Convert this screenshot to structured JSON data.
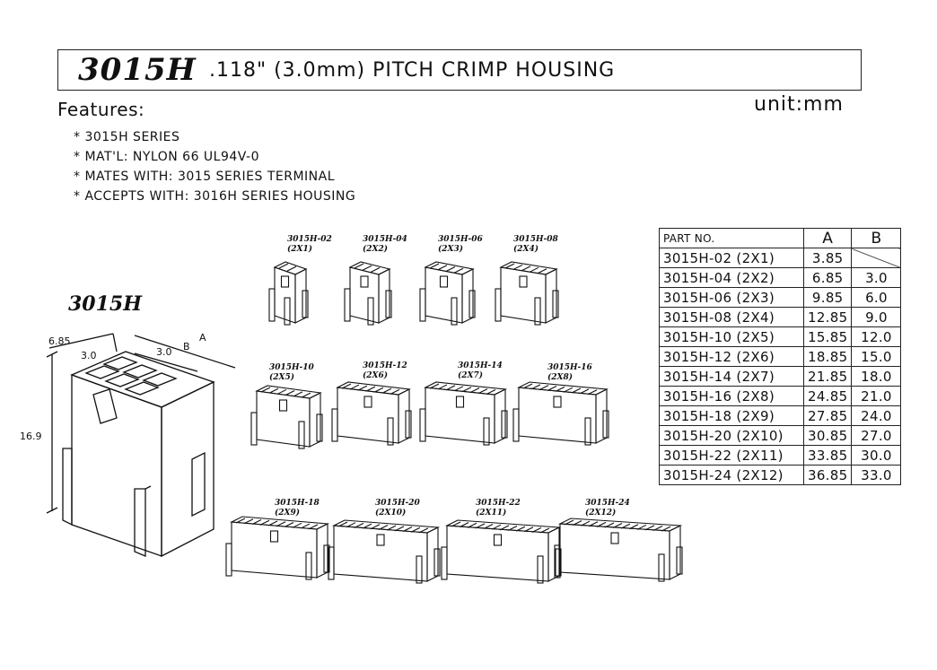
{
  "title": {
    "part": "3015H",
    "subtitle": ".118\" (3.0mm) PITCH CRIMP HOUSING"
  },
  "unit": "unit:mm",
  "features": {
    "heading": "Features:",
    "items": [
      "3015H SERIES",
      "MAT'L: NYLON 66 UL94V-0",
      "MATES WITH: 3015 SERIES TERMINAL",
      "ACCEPTS WITH: 3016H SERIES HOUSING"
    ]
  },
  "main_drawing": {
    "label": "3015H",
    "dims": {
      "d1": "6.85",
      "d2": "3.0",
      "d3": "3.0",
      "d4": "B",
      "d5": "A",
      "height": "16.9"
    }
  },
  "products": [
    {
      "part": "3015H-02",
      "cfg": "(2X1)"
    },
    {
      "part": "3015H-04",
      "cfg": "(2X2)"
    },
    {
      "part": "3015H-06",
      "cfg": "(2X3)"
    },
    {
      "part": "3015H-08",
      "cfg": "(2X4)"
    },
    {
      "part": "3015H-10",
      "cfg": "(2X5)"
    },
    {
      "part": "3015H-12",
      "cfg": "(2X6)"
    },
    {
      "part": "3015H-14",
      "cfg": "(2X7)"
    },
    {
      "part": "3015H-16",
      "cfg": "(2X8)"
    },
    {
      "part": "3015H-18",
      "cfg": "(2X9)"
    },
    {
      "part": "3015H-20",
      "cfg": "(2X10)"
    },
    {
      "part": "3015H-22",
      "cfg": "(2X11)"
    },
    {
      "part": "3015H-24",
      "cfg": "(2X12)"
    }
  ],
  "table": {
    "headers": [
      "PART NO.",
      "A",
      "B"
    ],
    "rows": [
      [
        "3015H-02 (2X1)",
        "3.85",
        ""
      ],
      [
        "3015H-04 (2X2)",
        "6.85",
        "3.0"
      ],
      [
        "3015H-06 (2X3)",
        "9.85",
        "6.0"
      ],
      [
        "3015H-08 (2X4)",
        "12.85",
        "9.0"
      ],
      [
        "3015H-10 (2X5)",
        "15.85",
        "12.0"
      ],
      [
        "3015H-12 (2X6)",
        "18.85",
        "15.0"
      ],
      [
        "3015H-14 (2X7)",
        "21.85",
        "18.0"
      ],
      [
        "3015H-16 (2X8)",
        "24.85",
        "21.0"
      ],
      [
        "3015H-18 (2X9)",
        "27.85",
        "24.0"
      ],
      [
        "3015H-20 (2X10)",
        "30.85",
        "27.0"
      ],
      [
        "3015H-22 (2X11)",
        "33.85",
        "30.0"
      ],
      [
        "3015H-24 (2X12)",
        "36.85",
        "33.0"
      ]
    ]
  }
}
